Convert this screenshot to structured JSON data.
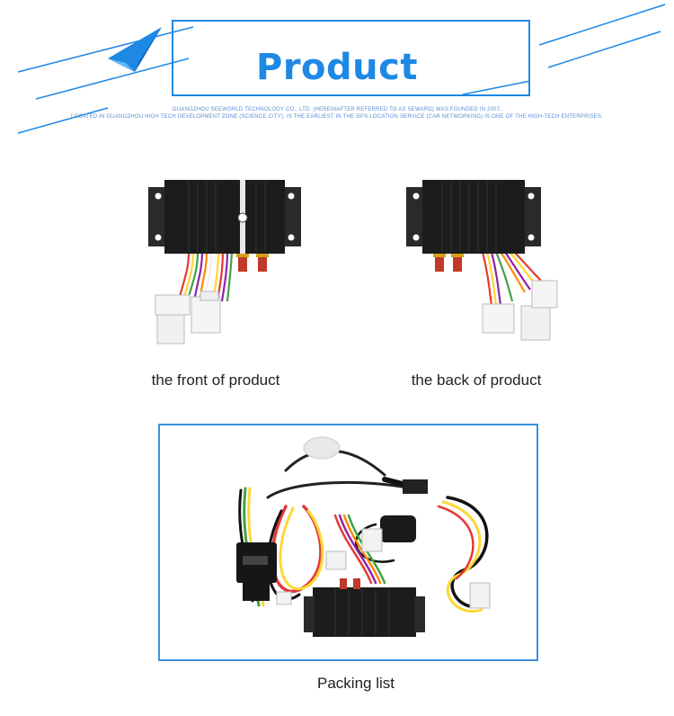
{
  "header": {
    "title": "Product",
    "company_line_1": "GUANGZHOU SEEWORLD TECHNOLOGY CO., LTD. (HEREINAFTER REFERRED TO AS SEWARD) WAS FOUNDED IN 2007,",
    "company_line_2": "LOCATED IN GUANGZHOU HIGH TECH DEVELOPMENT ZONE (SCIENCE CITY), IS THE EARLIEST IN THE GPS LOCATION SERVICE (CAR NETWORKING) IS ONE OF THE HIGH-TECH ENTERPRISES."
  },
  "products": {
    "front_caption": "the front of product",
    "back_caption": "the back of product"
  },
  "packing": {
    "caption": "Packing list"
  },
  "colors": {
    "accent": "#1e88e5",
    "device_body": "#1c1c1c"
  }
}
